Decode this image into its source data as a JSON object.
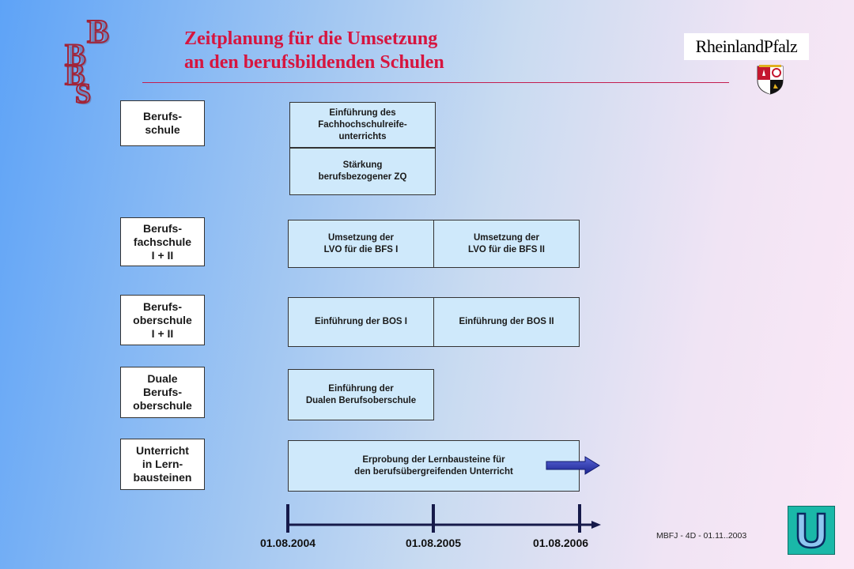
{
  "header": {
    "title_line1": "Zeitplanung für die Umsetzung",
    "title_line2": "an den berufsbildenden Schulen",
    "logo_letters": [
      "B",
      "B",
      "B",
      "S"
    ],
    "state_logo_text": "RheinlandPfalz"
  },
  "rows": [
    {
      "label": "Berufs-\nschule",
      "cells": [
        "Einführung des\nFachhochschulreife-\nunterrichts",
        "Stärkung\nberufsbezogener ZQ"
      ]
    },
    {
      "label": "Berufs-\nfachschule\nI + II",
      "cells": [
        "Umsetzung der\nLVO für die BFS I",
        "Umsetzung der\nLVO für die BFS II"
      ]
    },
    {
      "label": "Berufs-\noberschule\nI + II",
      "cells": [
        "Einführung der BOS I",
        "Einführung der BOS II"
      ]
    },
    {
      "label": "Duale\nBerufs-\noberschule",
      "cells": [
        "Einführung der\nDualen Berufsoberschule"
      ]
    },
    {
      "label": "Unterricht\nin  Lern-\nbausteinen",
      "cells": [
        "Erprobung der Lernbausteine  für\nden berufsübergreifenden  Unterricht"
      ]
    }
  ],
  "timeline": {
    "dates": [
      "01.08.2004",
      "01.08.2005",
      "01.08.2006"
    ]
  },
  "footer": {
    "credit": "MBFJ - 4D - 01.11..2003"
  },
  "icons": {
    "state_crest": "crest-icon",
    "nav_button": "u-turn-icon",
    "arrow": "arrow-right-icon"
  },
  "colors": {
    "title": "#d6153f",
    "cell_fill": "#cfe9fb",
    "arrow": "#2630a8",
    "nav_button": "#1ab8a8"
  }
}
